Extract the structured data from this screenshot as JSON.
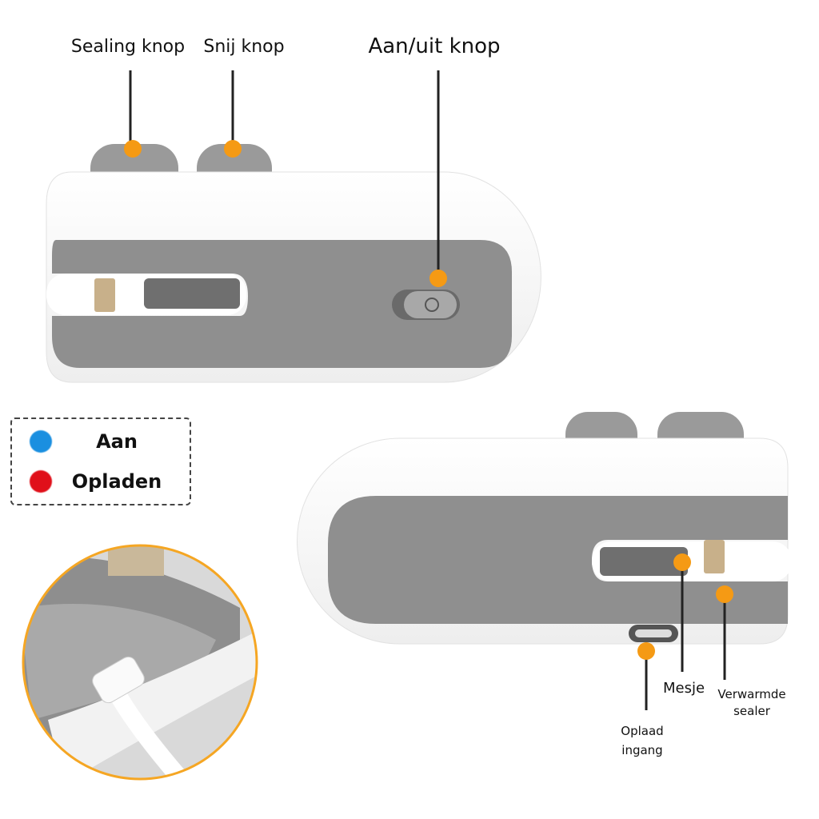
{
  "labels": {
    "sealing_button": "Sealing knop",
    "cut_button": "Snij knop",
    "power_button": "Aan/uit knop",
    "blade": "Mesje",
    "heated_sealer": "Verwarmde sealer",
    "heated_sealer_line1": "Verwarmde",
    "heated_sealer_line2": "sealer",
    "charge_port": "Oplaad ingang",
    "charge_port_line1": "Oplaad",
    "charge_port_line2": "ingang"
  },
  "legend": {
    "items": [
      {
        "label": "Aan",
        "color": "#1a8fe0"
      },
      {
        "label": "Opladen",
        "color": "#e0101a"
      }
    ]
  },
  "colors": {
    "marker": "#f59a14",
    "device_body": "#ffffff",
    "device_gray": "#8e8e8e",
    "inset_border": "#f5a623"
  }
}
